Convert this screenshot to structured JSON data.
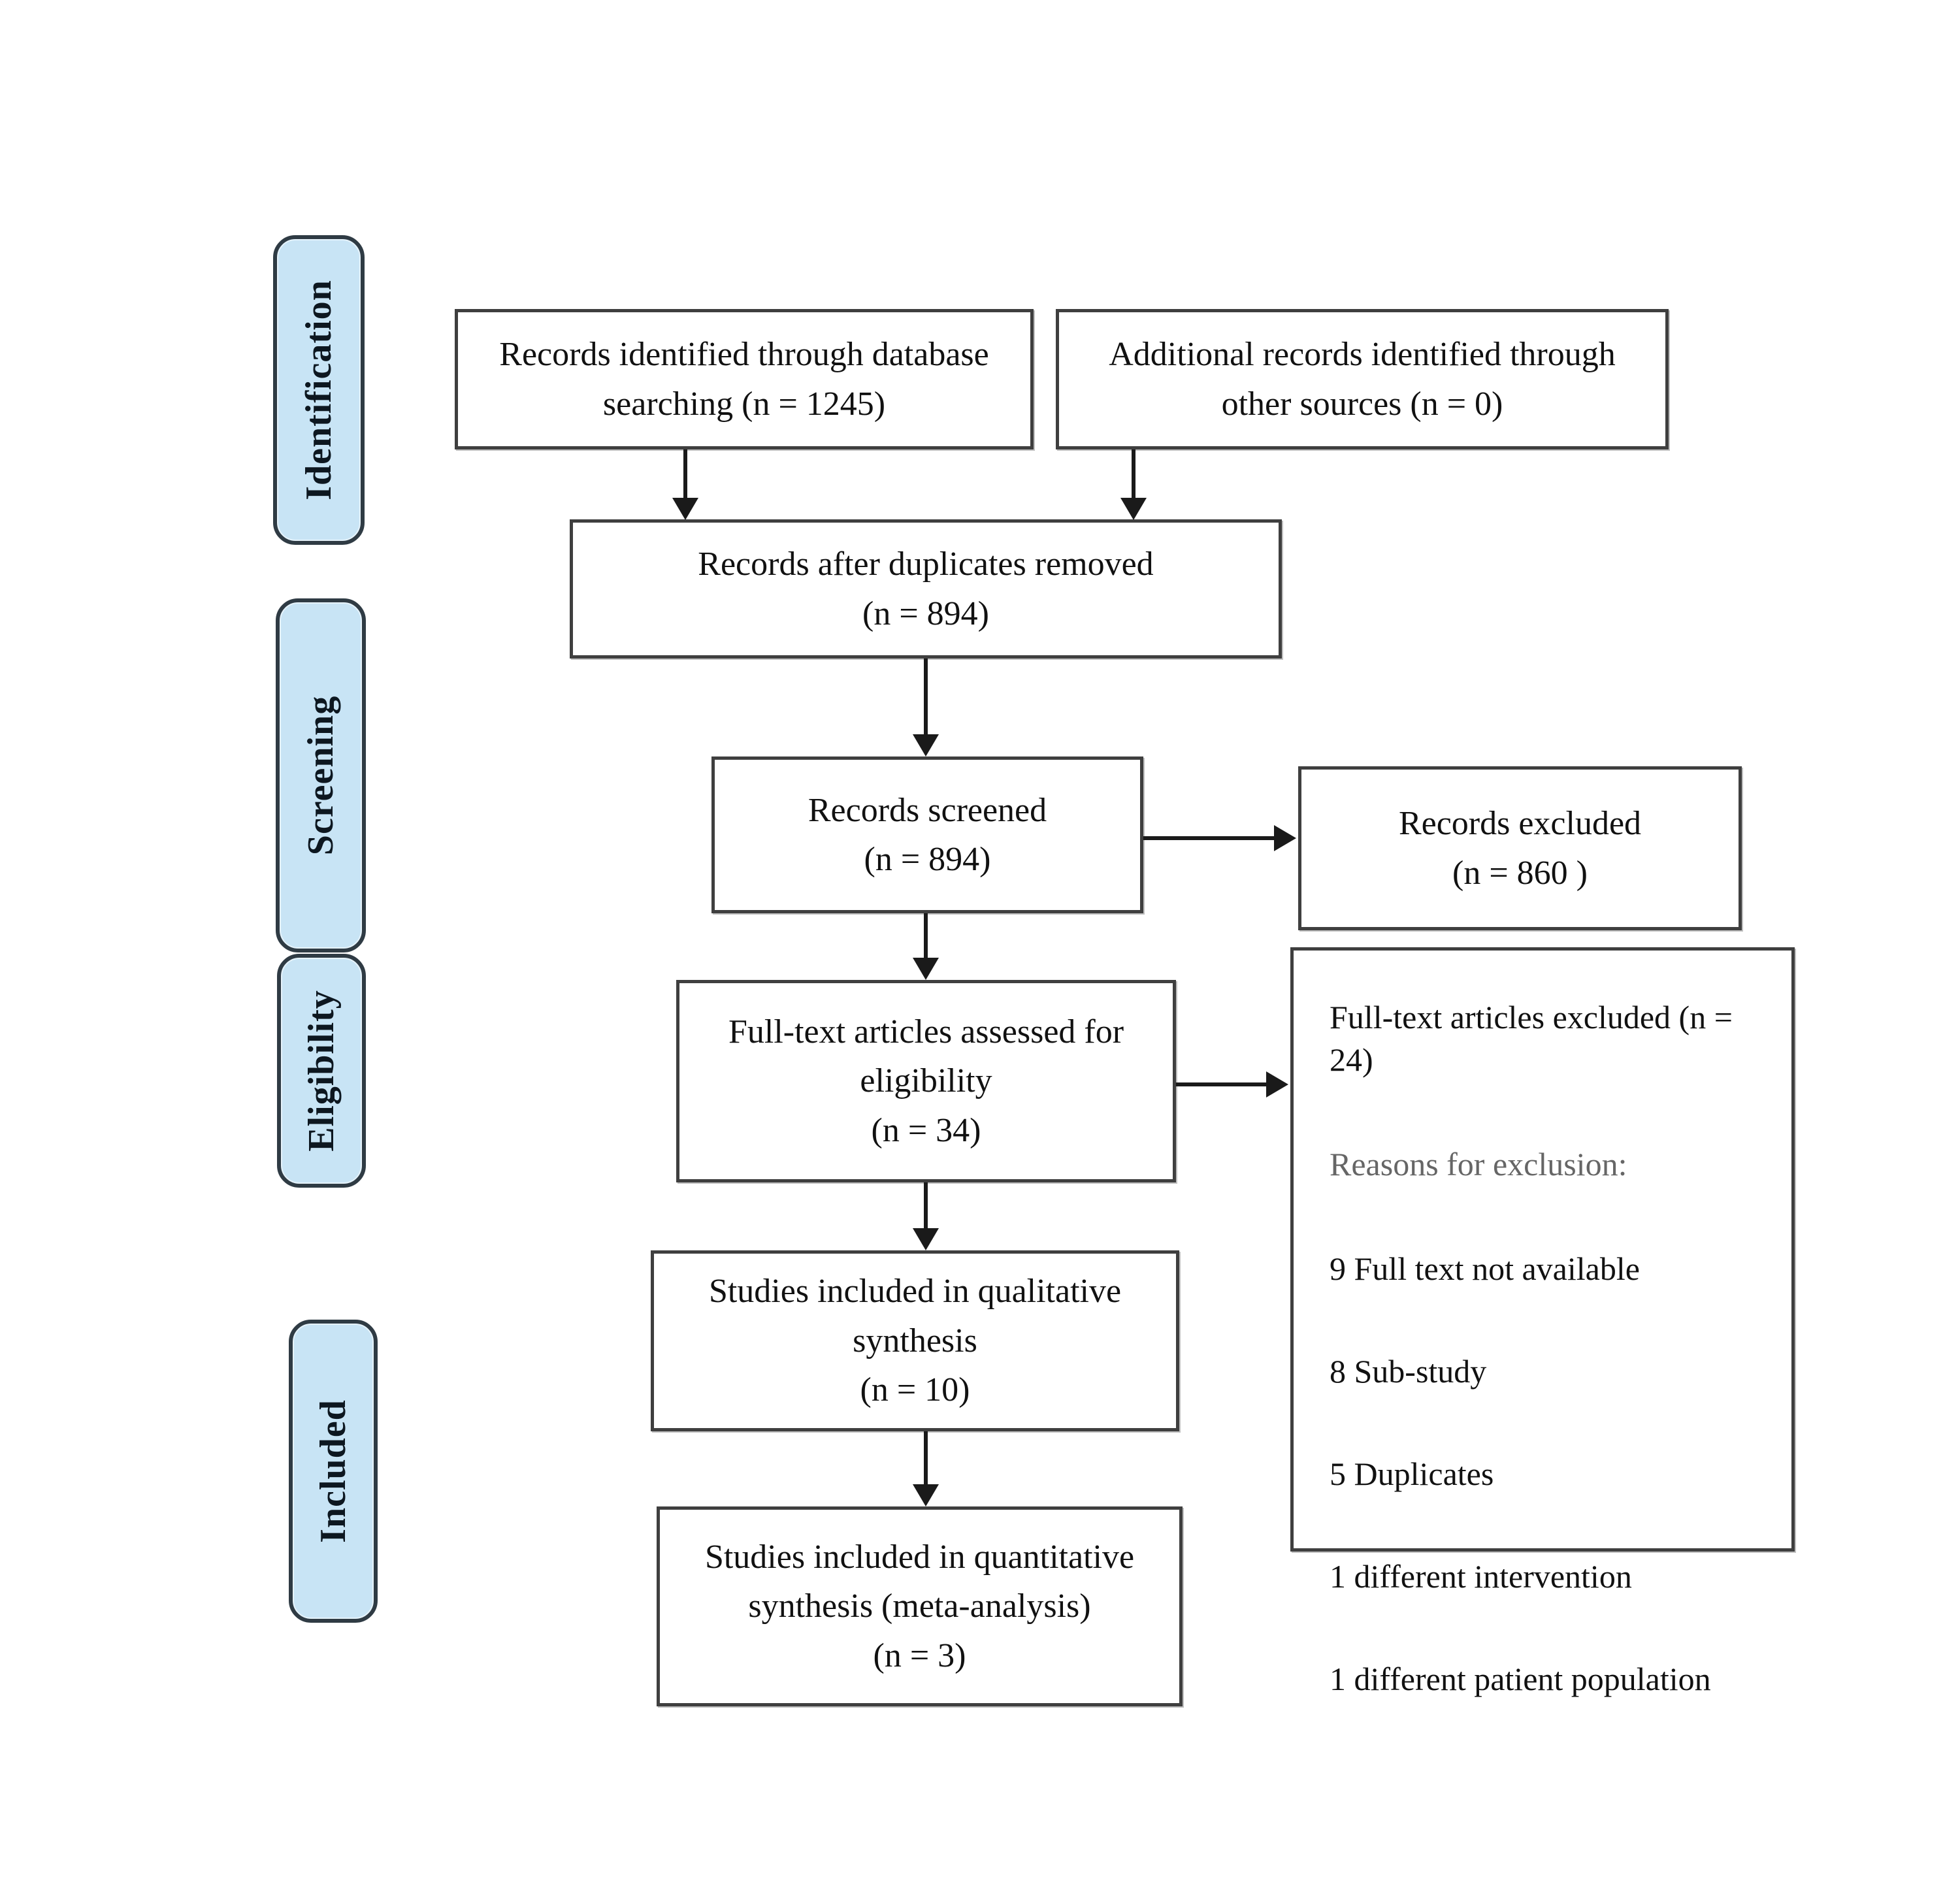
{
  "colors": {
    "stage_fill": "#c8e4f5",
    "stage_border": "#2f3b44",
    "box_border": "#3f3f3f",
    "arrow": "#1a1a1a",
    "text": "#111111",
    "muted_text": "#666666"
  },
  "stages": [
    {
      "label": "Identification"
    },
    {
      "label": "Screening"
    },
    {
      "label": "Eligibility"
    },
    {
      "label": "Included"
    }
  ],
  "boxes": {
    "records_identified": "Records identified through database\nsearching (n = 1245)",
    "additional_records": "Additional records identified through\nother sources (n = 0)",
    "after_duplicates": "Records after duplicates removed\n(n = 894)",
    "records_screened": "Records screened\n(n = 894)",
    "records_excluded": "Records excluded\n(n = 860 )",
    "fulltext_assessed": "Full-text articles assessed for\neligibility\n(n = 34)",
    "qualitative_synthesis": "Studies included in qualitative\nsynthesis\n(n = 10)",
    "quantitative_synthesis": "Studies included in quantitative\nsynthesis (meta-analysis)\n(n = 3)"
  },
  "exclusion_panel": {
    "title": "Full-text articles excluded (n = 24)",
    "subtitle": "Reasons for exclusion:",
    "reasons": [
      "9 Full text not available",
      "8 Sub-study",
      "5 Duplicates",
      "1 different intervention",
      "1 different patient population"
    ]
  }
}
